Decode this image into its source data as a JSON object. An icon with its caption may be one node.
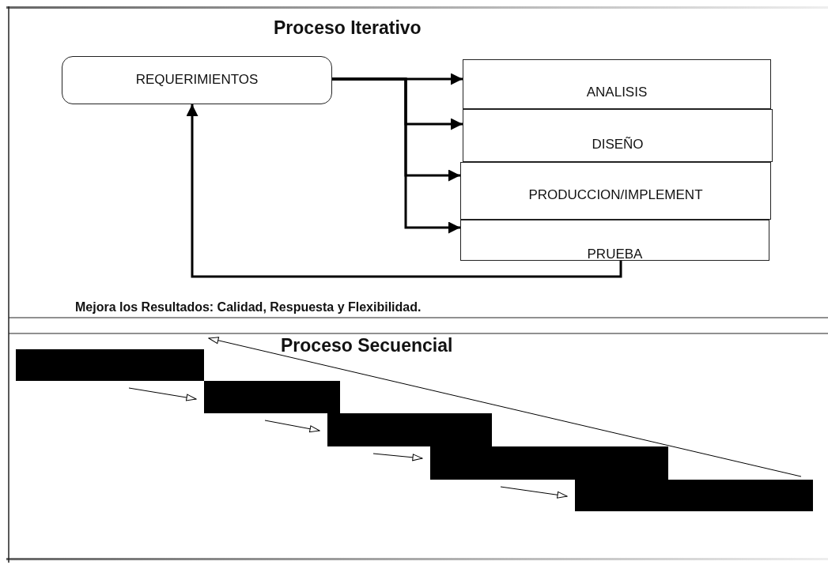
{
  "diagram": {
    "title": "Proceso Iterativo",
    "nodes": [
      {
        "text": [
          "REQUERIMIENTOS"
        ]
      },
      {
        "text": [
          "ANALISIS"
        ]
      },
      {
        "text": [
          "DISEÑO"
        ]
      },
      {
        "text": [
          "PRODUCCION/IMPLEMENT"
        ]
      },
      {
        "text": [
          "PRUEBA"
        ]
      },
      {
        "text": [],
        "shape": "bar"
      },
      {
        "text": [],
        "shape": "bar"
      },
      {
        "text": [],
        "shape": "bar"
      },
      {
        "text": [],
        "shape": "bar"
      },
      {
        "text": [],
        "shape": "bar"
      }
    ],
    "edges": [
      {
        "from": 0,
        "to": 1,
        "arrow": "to",
        "style": "thick"
      },
      {
        "from": 0,
        "to": 2,
        "arrow": "to",
        "style": "thick"
      },
      {
        "from": 0,
        "to": 3,
        "arrow": "to",
        "style": "thick"
      },
      {
        "from": 0,
        "to": 4,
        "arrow": "to",
        "style": "thick"
      },
      {
        "from": 4,
        "to": 0,
        "arrow": "to",
        "style": "thick"
      },
      {
        "from": 5,
        "to": 6,
        "arrow": "to"
      },
      {
        "from": 6,
        "to": 7,
        "arrow": "to"
      },
      {
        "from": 7,
        "to": 8,
        "arrow": "to"
      },
      {
        "from": 8,
        "to": 9,
        "arrow": "to"
      },
      {
        "from": 9,
        "to": 5,
        "arrow": "to"
      }
    ],
    "labels": [
      "Mejora los Resultados: Calidad, Respuesta y Flexibilidad.",
      "Proceso Secuencial"
    ]
  }
}
